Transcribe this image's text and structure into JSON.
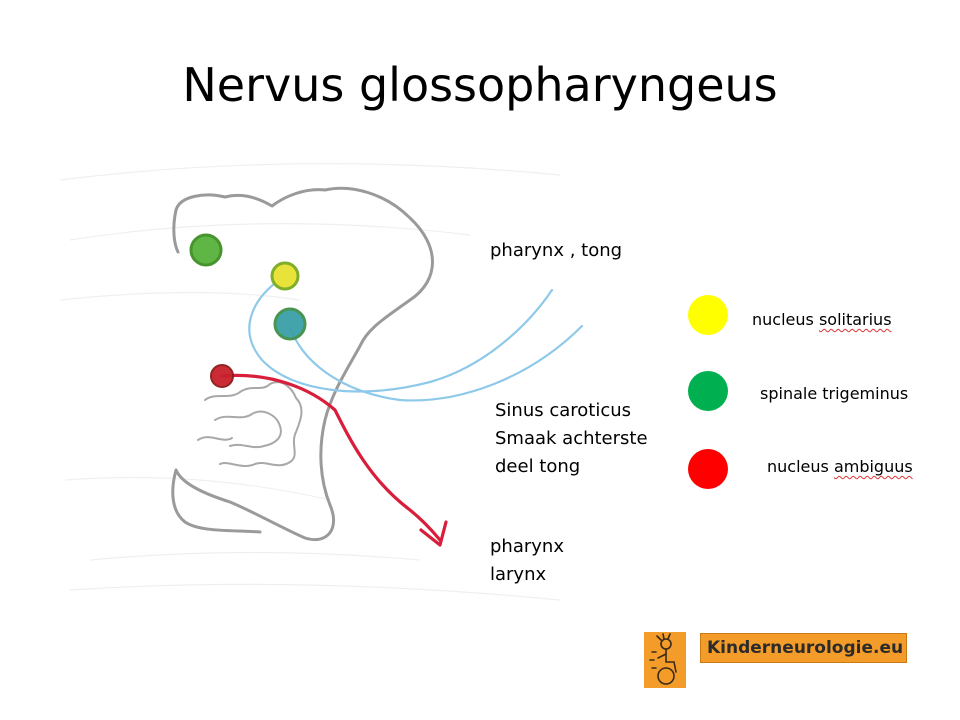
{
  "title": "Nervus glossopharyngeus",
  "labels": {
    "pharynx_tong": "pharynx , tong",
    "sinus": [
      "Sinus caroticus",
      "Smaak achterste",
      "deel tong"
    ],
    "pharynx_larynx": [
      "pharynx",
      "larynx"
    ]
  },
  "legend": [
    {
      "text_a": "nucleus ",
      "text_b": "solitarius",
      "color": "#ffff00"
    },
    {
      "text_a": "spinale trigeminus",
      "text_b": "",
      "color": "#00b050"
    },
    {
      "text_a": "nucleus ",
      "text_b": "ambiguus",
      "color": "#ff0000"
    }
  ],
  "nuclei_drawn": [
    {
      "icon": "green-nucleus",
      "color": "#4caf2a"
    },
    {
      "icon": "yellow-nucleus",
      "color": "#e8e23a"
    },
    {
      "icon": "blue-green-nucleus",
      "color": "#3aa0a8"
    },
    {
      "icon": "red-nucleus",
      "color": "#c8202a"
    }
  ],
  "logo": {
    "icon": "wheelchair-child-logo-icon",
    "site": "Kinderneurologie.eu",
    "color": "#f39c2a"
  }
}
